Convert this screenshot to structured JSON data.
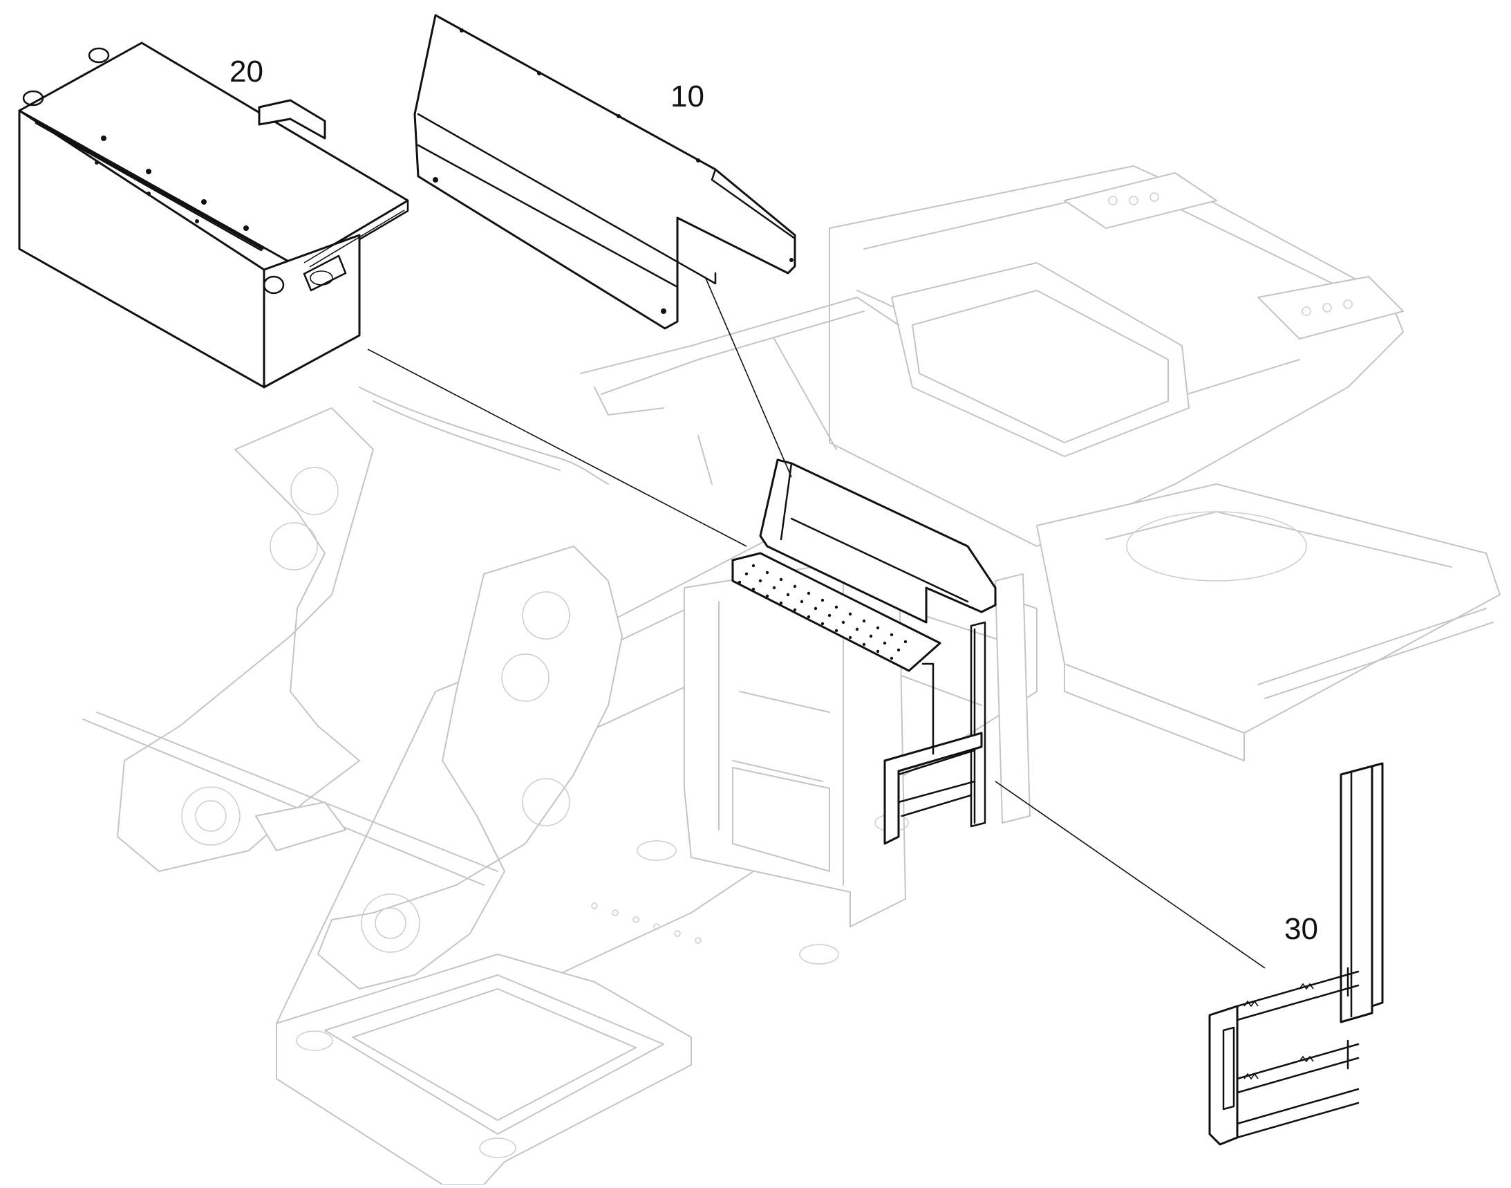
{
  "callouts": {
    "item_20": "20",
    "item_10": "10",
    "item_30": "30"
  },
  "colors": {
    "background": "#ffffff",
    "highlighted_part": "#111111",
    "ghosted_frame": "#c4c4c4"
  }
}
